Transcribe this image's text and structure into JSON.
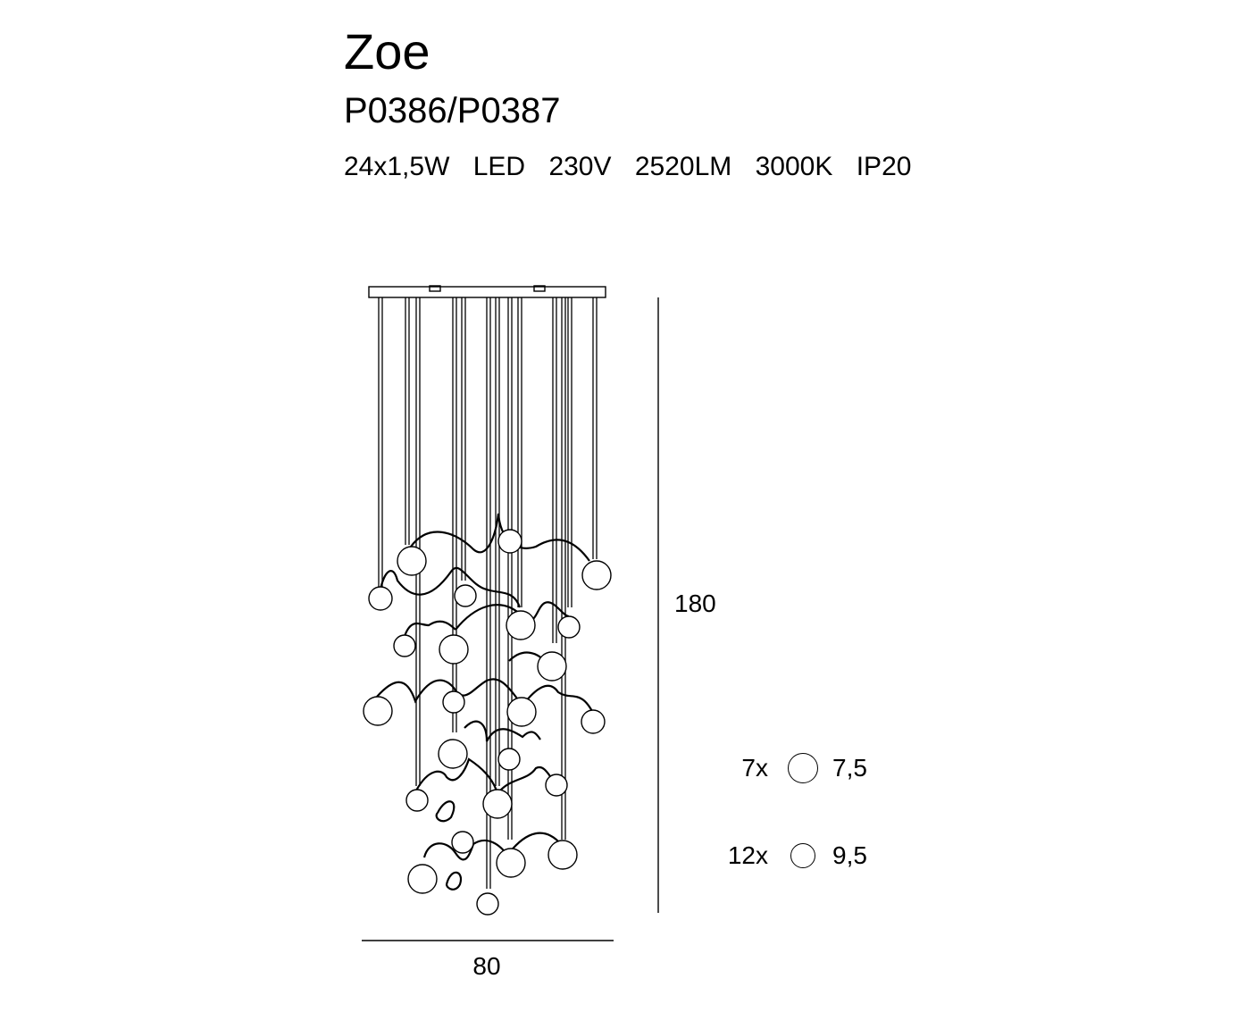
{
  "product": {
    "name": "Zoe",
    "codes": "P0386/P0387",
    "specs": [
      "24x1,5W",
      "LED",
      "230V",
      "2520LM",
      "3000K",
      "IP20"
    ]
  },
  "dimensions": {
    "width": "80",
    "height": "180"
  },
  "legend": [
    {
      "qty": "7x",
      "size": "7,5"
    },
    {
      "qty": "12x",
      "size": "9,5"
    }
  ]
}
